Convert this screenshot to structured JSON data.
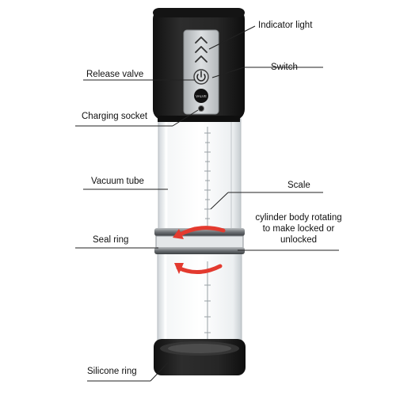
{
  "callouts": {
    "indicator_light": "Indicator light",
    "switch": "Switch",
    "release_valve": "Release valve",
    "charging_socket": "Charging socket",
    "vacuum_tube": "Vacuum tube",
    "scale": "Scale",
    "rotation_note": "cylinder body rotating to make locked or unlocked",
    "seal_ring": "Seal ring",
    "silicone_ring": "Silicone ring"
  },
  "panel": {
    "valve_button_text": "VALVE"
  },
  "colors": {
    "housing": "#1f1f1f",
    "panel": "#c9ccce",
    "tube_glass": "#eef1f3",
    "seal_ring": "#8b8f93",
    "rotation_arrow": "#e33a2f"
  },
  "icons": [
    "chevron-up-icon",
    "chevron-up-icon",
    "chevron-up-icon",
    "power-icon",
    "rotate-arrow-icon"
  ]
}
